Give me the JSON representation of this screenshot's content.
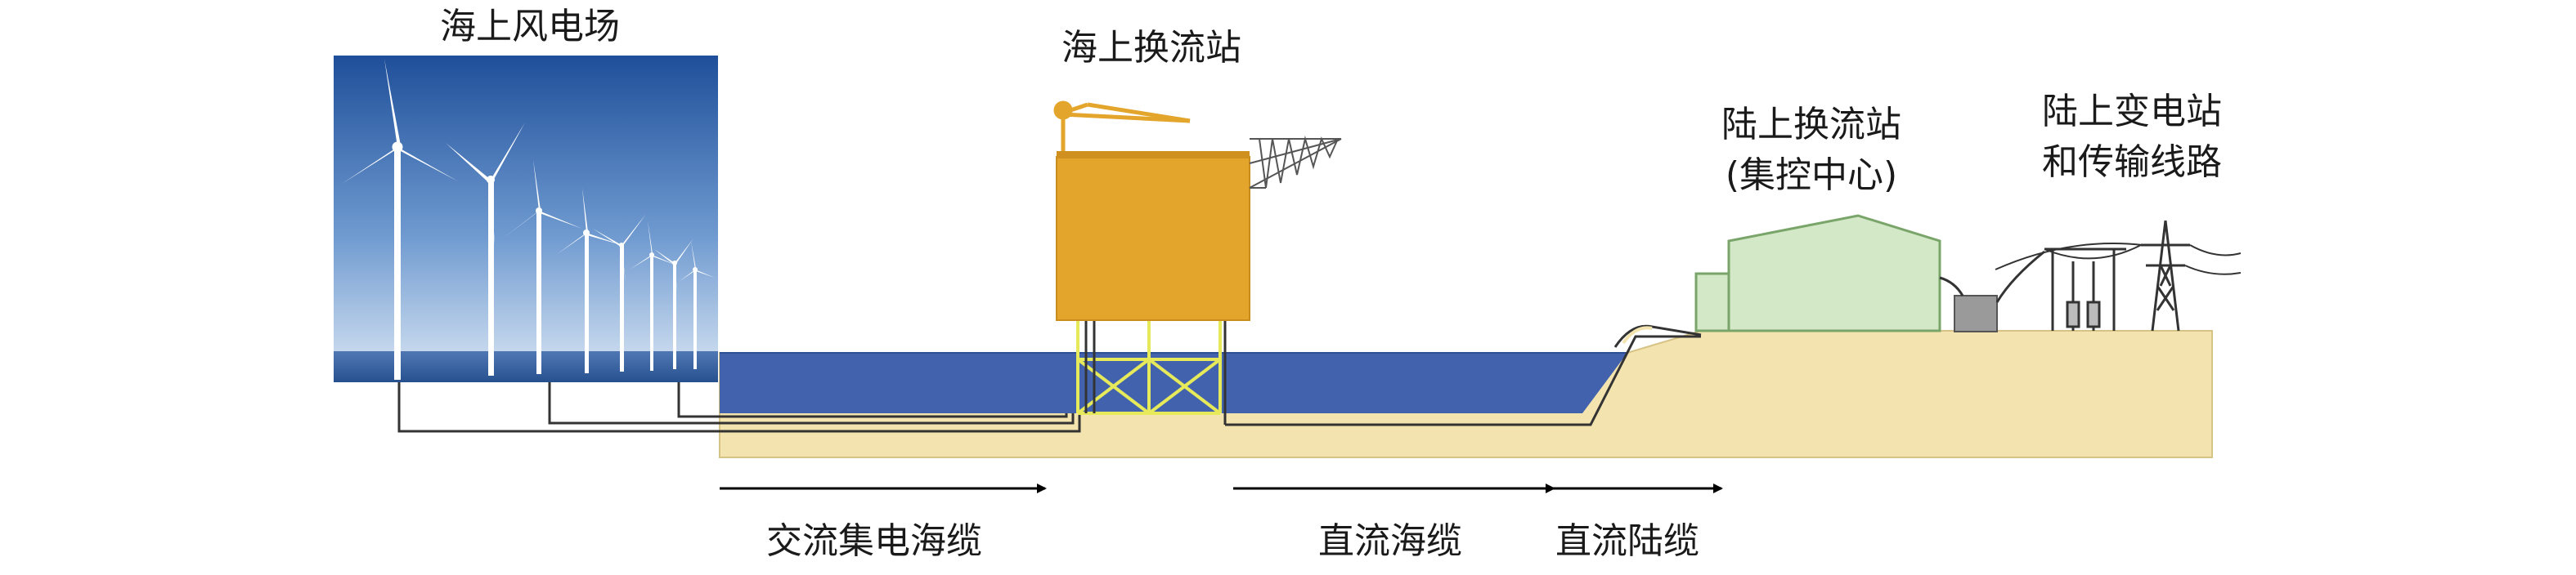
{
  "labels": {
    "offshore_wind_farm": "海上风电场",
    "offshore_converter": "海上换流站",
    "onshore_converter_line1": "陆上换流站",
    "onshore_converter_line2": "(集控中心)",
    "onshore_substation_line1": "陆上变电站",
    "onshore_substation_line2": "和传输线路",
    "ac_collection_cable": "交流集电海缆",
    "dc_submarine_cable": "直流海缆",
    "dc_land_cable": "直流陆缆"
  },
  "colors": {
    "sea": "#3f5fae",
    "seabed": "#f3e3ae",
    "platform": "#e3a52b",
    "jacket": "#e6ea5a",
    "building": "#d3e8c6",
    "building_border": "#7aa56a",
    "cable": "#333333",
    "sky_top": "#2c5fa8",
    "sky_bottom": "#d8e6f4"
  },
  "icons": {
    "wind_turbine": "wind-turbine-icon",
    "crane": "crane-icon",
    "transmission_tower": "transmission-tower-icon",
    "arrow": "arrow-right-icon"
  }
}
